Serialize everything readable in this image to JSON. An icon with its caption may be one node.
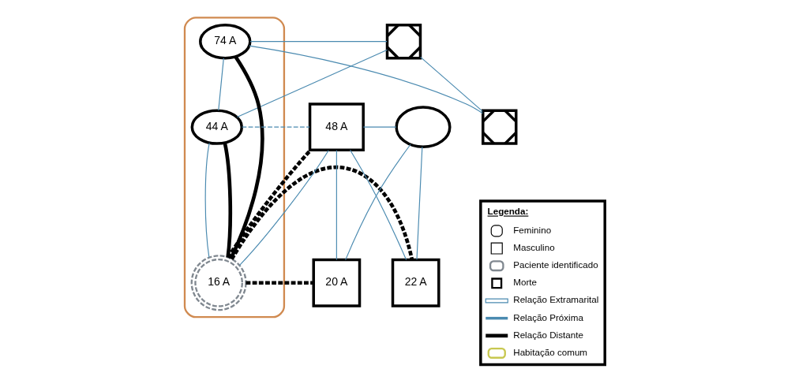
{
  "diagram": {
    "nodes": [
      {
        "text": [],
        "shape": "box"
      },
      {
        "text": [],
        "shape": "cloud"
      },
      {
        "text": [
          "74 A"
        ],
        "in": 1
      },
      {
        "text": [],
        "shape": "box"
      },
      {
        "text": [
          "44 A"
        ],
        "in": 1
      },
      {
        "text": [
          "48 A"
        ]
      },
      {
        "text": [],
        "shape": "circle"
      },
      {
        "text": [
          "16 A"
        ],
        "in": 1
      },
      {
        "text": [
          "20 A"
        ]
      },
      {
        "text": [
          "22 A"
        ]
      }
    ],
    "edges": [
      {
        "from": 0,
        "to": 2,
        "arrow": "none"
      },
      {
        "from": 0,
        "to": 3,
        "arrow": "none"
      },
      {
        "from": 2,
        "to": 3,
        "arrow": "none"
      },
      {
        "from": 0,
        "to": 4,
        "arrow": "none"
      },
      {
        "from": 2,
        "to": 4,
        "arrow": "none"
      },
      {
        "from": 4,
        "to": 5,
        "arrow": "none",
        "style": "dashed"
      },
      {
        "from": 4,
        "to": 7,
        "arrow": "none"
      },
      {
        "from": 5,
        "to": 7,
        "arrow": "none"
      },
      {
        "from": 5,
        "to": 6,
        "arrow": "none"
      },
      {
        "from": 5,
        "to": 8,
        "arrow": "none"
      },
      {
        "from": 6,
        "to": 8,
        "arrow": "none"
      },
      {
        "from": 5,
        "to": 9,
        "arrow": "none"
      },
      {
        "from": 6,
        "to": 9,
        "arrow": "none"
      },
      {
        "from": 2,
        "to": 7,
        "arrow": "none",
        "style": "thick",
        "color": "#000000"
      },
      {
        "from": 4,
        "to": 7,
        "arrow": "none",
        "style": "thick",
        "color": "#000000"
      },
      {
        "from": 7,
        "to": 5,
        "arrow": "none",
        "style": "dashed",
        "color": "#000000"
      },
      {
        "from": 7,
        "to": 8,
        "arrow": "none",
        "style": "dashed",
        "color": "#000000"
      },
      {
        "from": 7,
        "to": 9,
        "arrow": "none",
        "style": "dashed",
        "color": "#000000"
      }
    ],
    "labels": [
      "Legenda:"
    ],
    "legend": [
      {
        "text": "Feminino"
      },
      {
        "text": "Masculino"
      },
      {
        "text": "Paciente identificado"
      },
      {
        "text": "Morte"
      },
      {
        "text": "Relação Extramarital"
      },
      {
        "text": "Relação Próxima"
      },
      {
        "text": "Relação Distante"
      },
      {
        "text": "Habitação comum"
      }
    ]
  }
}
